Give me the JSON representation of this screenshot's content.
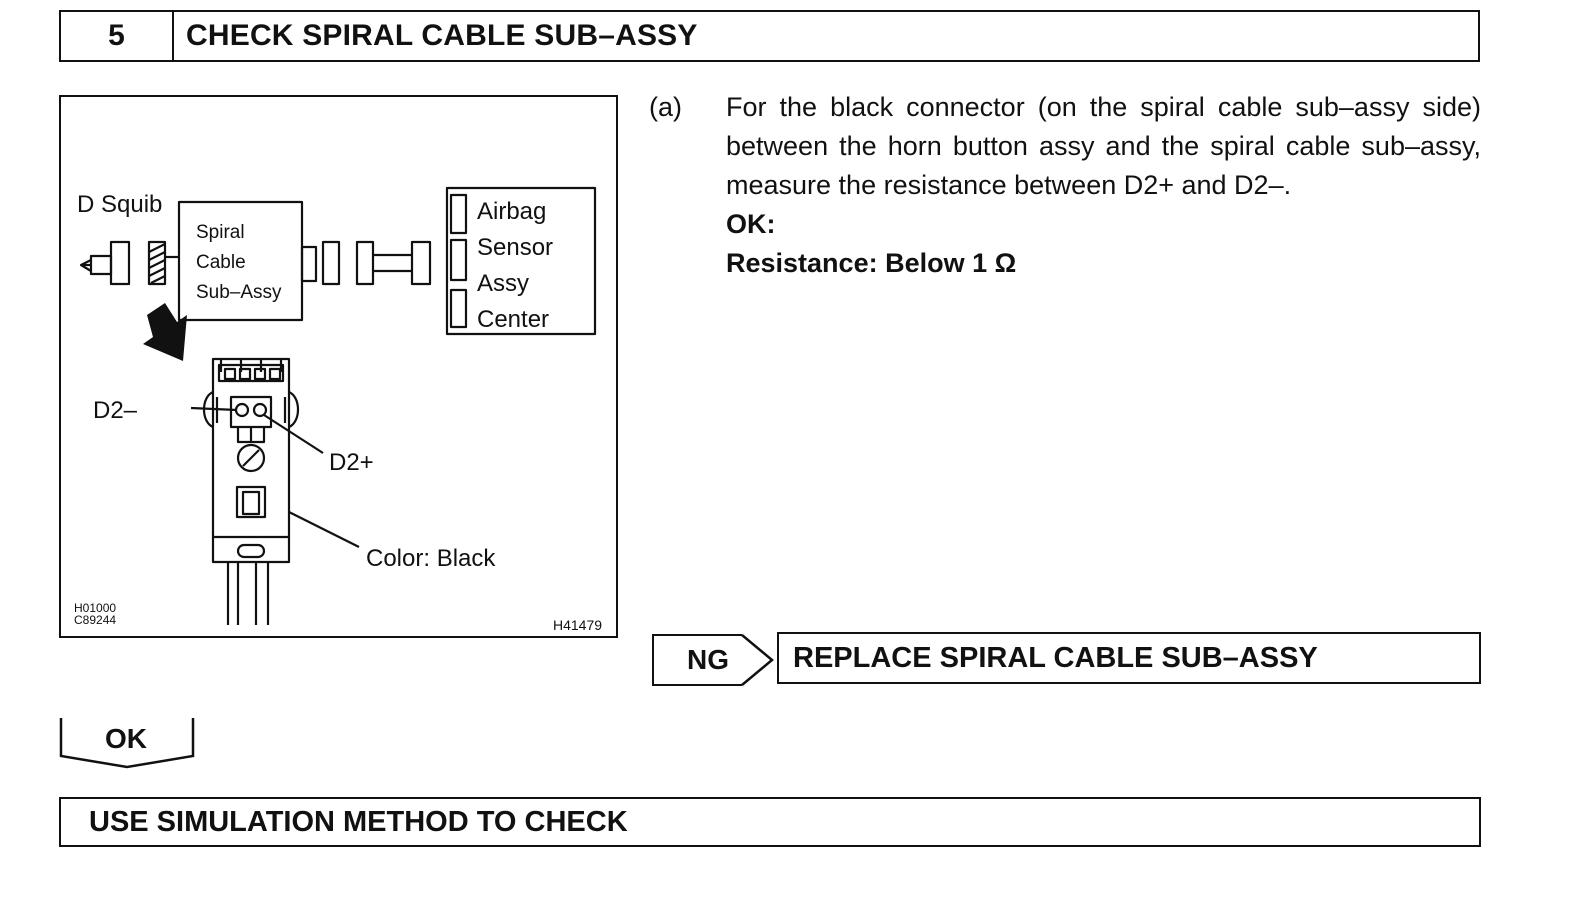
{
  "step": {
    "number": "5",
    "title": "CHECK SPIRAL CABLE SUB–ASSY"
  },
  "figure": {
    "labels": {
      "d_squib": "D Squib",
      "spiral_line1": "Spiral",
      "spiral_line2": "Cable",
      "spiral_line3": "Sub–Assy",
      "airbag_line1": "Airbag",
      "airbag_line2": "Sensor",
      "airbag_line3": "Assy",
      "airbag_line4": "Center",
      "d2_minus": "D2–",
      "d2_plus": "D2+",
      "color": "Color: Black"
    },
    "codes": {
      "left_line1": "H01000",
      "left_line2": "C89244",
      "right": "H41479"
    }
  },
  "instruction": {
    "marker": "(a)",
    "text": "For the black connector (on the spiral cable sub–assy side) between the horn button assy and the spiral cable sub–assy, measure the resistance between D2+ and D2–.",
    "ok_label": "OK:",
    "spec": "Resistance: Below 1 Ω"
  },
  "ng_branch": {
    "label": "NG",
    "action": "REPLACE SPIRAL CABLE SUB–ASSY"
  },
  "ok_branch": {
    "label": "OK",
    "action": "USE SIMULATION METHOD TO CHECK"
  }
}
